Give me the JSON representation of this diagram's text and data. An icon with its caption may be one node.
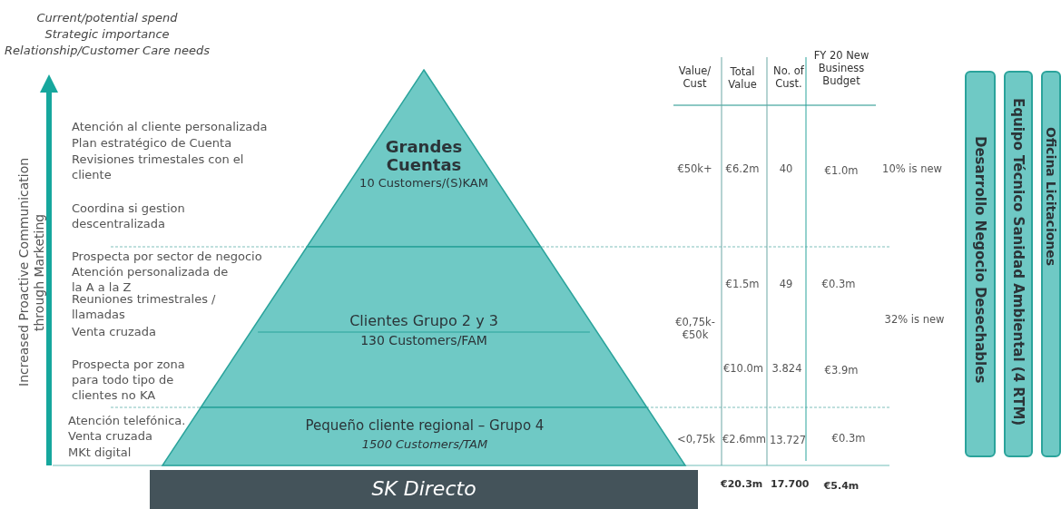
{
  "diagram": {
    "nodes": [
      {
        "text": [
          "Grandes Cuentas",
          "10 Customers/(S)KAM"
        ]
      },
      {
        "text": [
          "Clientes Grupo 2 y 3",
          "130 Customers/FAM"
        ]
      },
      {
        "text": [
          "Pequeño cliente regional – Grupo 4",
          "1500 Customers/TAM"
        ]
      },
      {
        "text": [
          "SK Directo"
        ]
      },
      {
        "text": [
          "Desarrollo Negocio Desechables"
        ]
      },
      {
        "text": [
          "Equipo Técnico Sanidad Ambiental (4 RTM)"
        ]
      },
      {
        "text": [
          "Oficina Licitaciones"
        ]
      }
    ],
    "labels": [
      "Current/potential spend",
      "Strategic importance",
      "Relationship/Customer Care needs",
      "Increased Proactive Communication through Marketing",
      "Atención al cliente personalizada",
      "Plan estratégico de Cuenta",
      "Revisiones trimestales con el cliente",
      "Coordina si gestion descentralizada",
      "Prospecta por sector de negocio",
      "Atención personalizada de la A a la Z",
      "Reuniones trimestrales / llamadas",
      "Venta cruzada",
      "Prospecta por zona para todo tipo de clientes no KA",
      "Atención telefónica.",
      "Venta cruzada",
      "MKt digital",
      "Value/ Cust",
      "Total Value",
      "No. of Cust.",
      "FY 20 New Business Budget",
      "€50k+",
      "€6.2m",
      "40",
      "€1.0m",
      "10% is new",
      "€1.5m",
      "49",
      "€0.3m",
      "€0,75k- €50k",
      "32% is new",
      "€10.0m",
      "3.824",
      "€3.9m",
      "<0,75k",
      "€2.6mm",
      "13.727",
      "€0.3m",
      "€20.3m",
      "17.700",
      "€5.4m"
    ]
  }
}
